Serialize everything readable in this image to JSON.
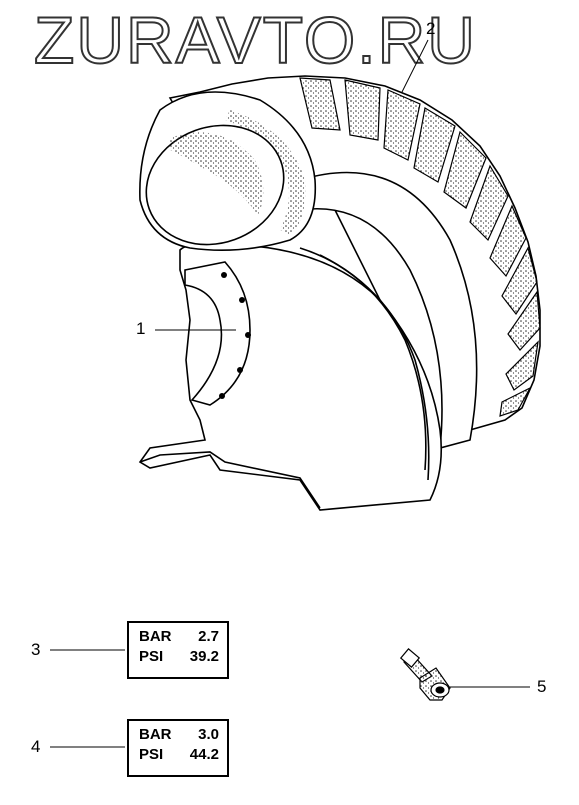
{
  "watermark": {
    "text": "ZURAVTO.RU"
  },
  "callouts": [
    {
      "id": "1",
      "label": "1"
    },
    {
      "id": "2",
      "label": "2"
    },
    {
      "id": "3",
      "label": "3"
    },
    {
      "id": "4",
      "label": "4"
    },
    {
      "id": "5",
      "label": "5"
    }
  ],
  "plates": [
    {
      "unit1": "BAR",
      "value1": "2.7",
      "unit2": "PSI",
      "value2": "39.2"
    },
    {
      "unit1": "BAR",
      "value1": "3.0",
      "unit2": "PSI",
      "value2": "44.2"
    }
  ],
  "colors": {
    "line": "#000000",
    "paper": "#ffffff",
    "stipple": "#333333"
  }
}
